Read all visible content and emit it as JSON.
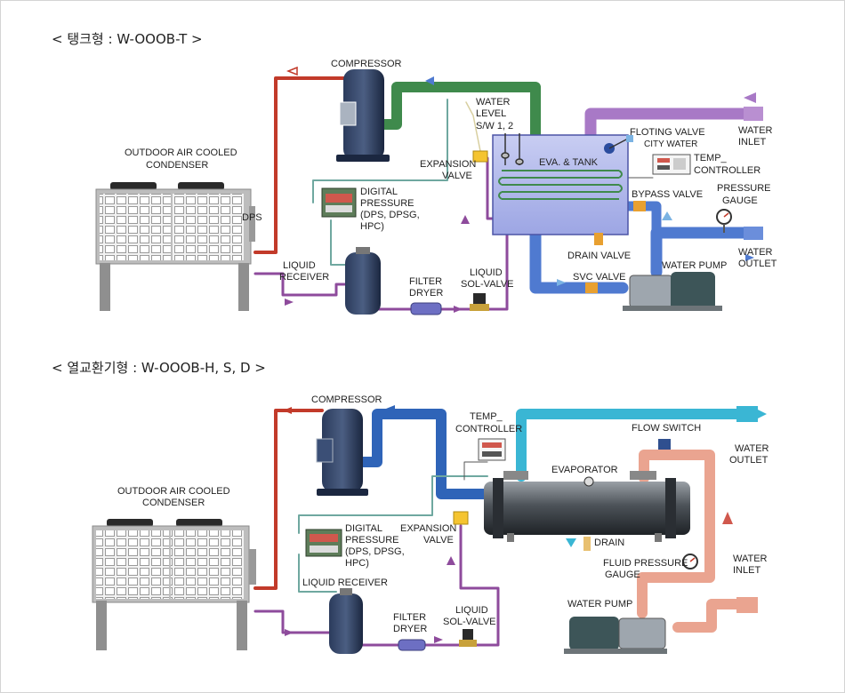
{
  "sections": [
    {
      "title": "< 탱크형 : W-OOOB-T >",
      "labels": {
        "compressor": "COMPRESSOR",
        "water_level_1": "WATER",
        "water_level_2": "LEVEL",
        "water_level_3": "S/W 1, 2",
        "outdoor_1": "OUTDOOR AIR COOLED",
        "outdoor_2": "CONDENSER",
        "dps": "DPS",
        "expansion_1": "EXPANSION",
        "expansion_2": "VALVE",
        "eva_tank": "EVA. & TANK",
        "floting_valve": "FLOTING VALVE",
        "city_water": "CITY WATER",
        "water_inlet_1": "WATER",
        "water_inlet_2": "INLET",
        "temp_ctrl_1": "TEMP_",
        "temp_ctrl_2": "CONTROLLER",
        "digital_1": "DIGITAL",
        "digital_2": "PRESSURE",
        "digital_3": "(DPS, DPSG,",
        "digital_4": "HPC)",
        "bypass_valve": "BYPASS VALVE",
        "pressure_gauge_1": "PRESSURE",
        "pressure_gauge_2": "GAUGE",
        "liquid_receiver_1": "LIQUID",
        "liquid_receiver_2": "RECEIVER",
        "drain_valve": "DRAIN VALVE",
        "water_outlet_1": "WATER",
        "water_outlet_2": "OUTLET",
        "filter_1": "FILTER",
        "filter_2": "DRYER",
        "liquid_sol_1": "LIQUID",
        "liquid_sol_2": "SOL-VALVE",
        "svc_valve": "SVC VALVE",
        "water_pump": "WATER PUMP"
      }
    },
    {
      "title": "< 열교환기형 : W-OOOB-H, S, D >",
      "labels": {
        "compressor": "COMPRESSOR",
        "temp_ctrl_1": "TEMP_",
        "temp_ctrl_2": "CONTROLLER",
        "flow_switch": "FLOW SWITCH",
        "water_outlet_1": "WATER",
        "water_outlet_2": "OUTLET",
        "evaporator": "EVAPORATOR",
        "outdoor_1": "OUTDOOR AIR COOLED",
        "outdoor_2": "CONDENSER",
        "digital_1": "DIGITAL",
        "digital_2": "PRESSURE",
        "digital_3": "(DPS, DPSG,",
        "digital_4": "HPC)",
        "expansion_1": "EXPANSION",
        "expansion_2": "VALVE",
        "drain": "DRAIN",
        "fluid_gauge_1": "FLUID PRESSURE",
        "fluid_gauge_2": "GAUGE",
        "water_inlet_1": "WATER",
        "water_inlet_2": "INLET",
        "liquid_receiver": "LIQUID RECEIVER",
        "water_pump": "WATER PUMP",
        "filter_1": "FILTER",
        "filter_2": "DRYER",
        "liquid_sol_1": "LIQUID",
        "liquid_sol_2": "SOL-VALVE"
      }
    }
  ],
  "colors": {
    "hot_gas": "#c23a2a",
    "suction": "#3f8a4c",
    "suction_blue": "#2f64b8",
    "liquid": "#8e4b9c",
    "water_in": "#a879c6",
    "chilled": "#4f7ad0",
    "outlet_cyan": "#3ab6d4",
    "warm_water": "#eaa490",
    "signal": "#6fa8a0",
    "dark_body": "#1f2a44"
  }
}
